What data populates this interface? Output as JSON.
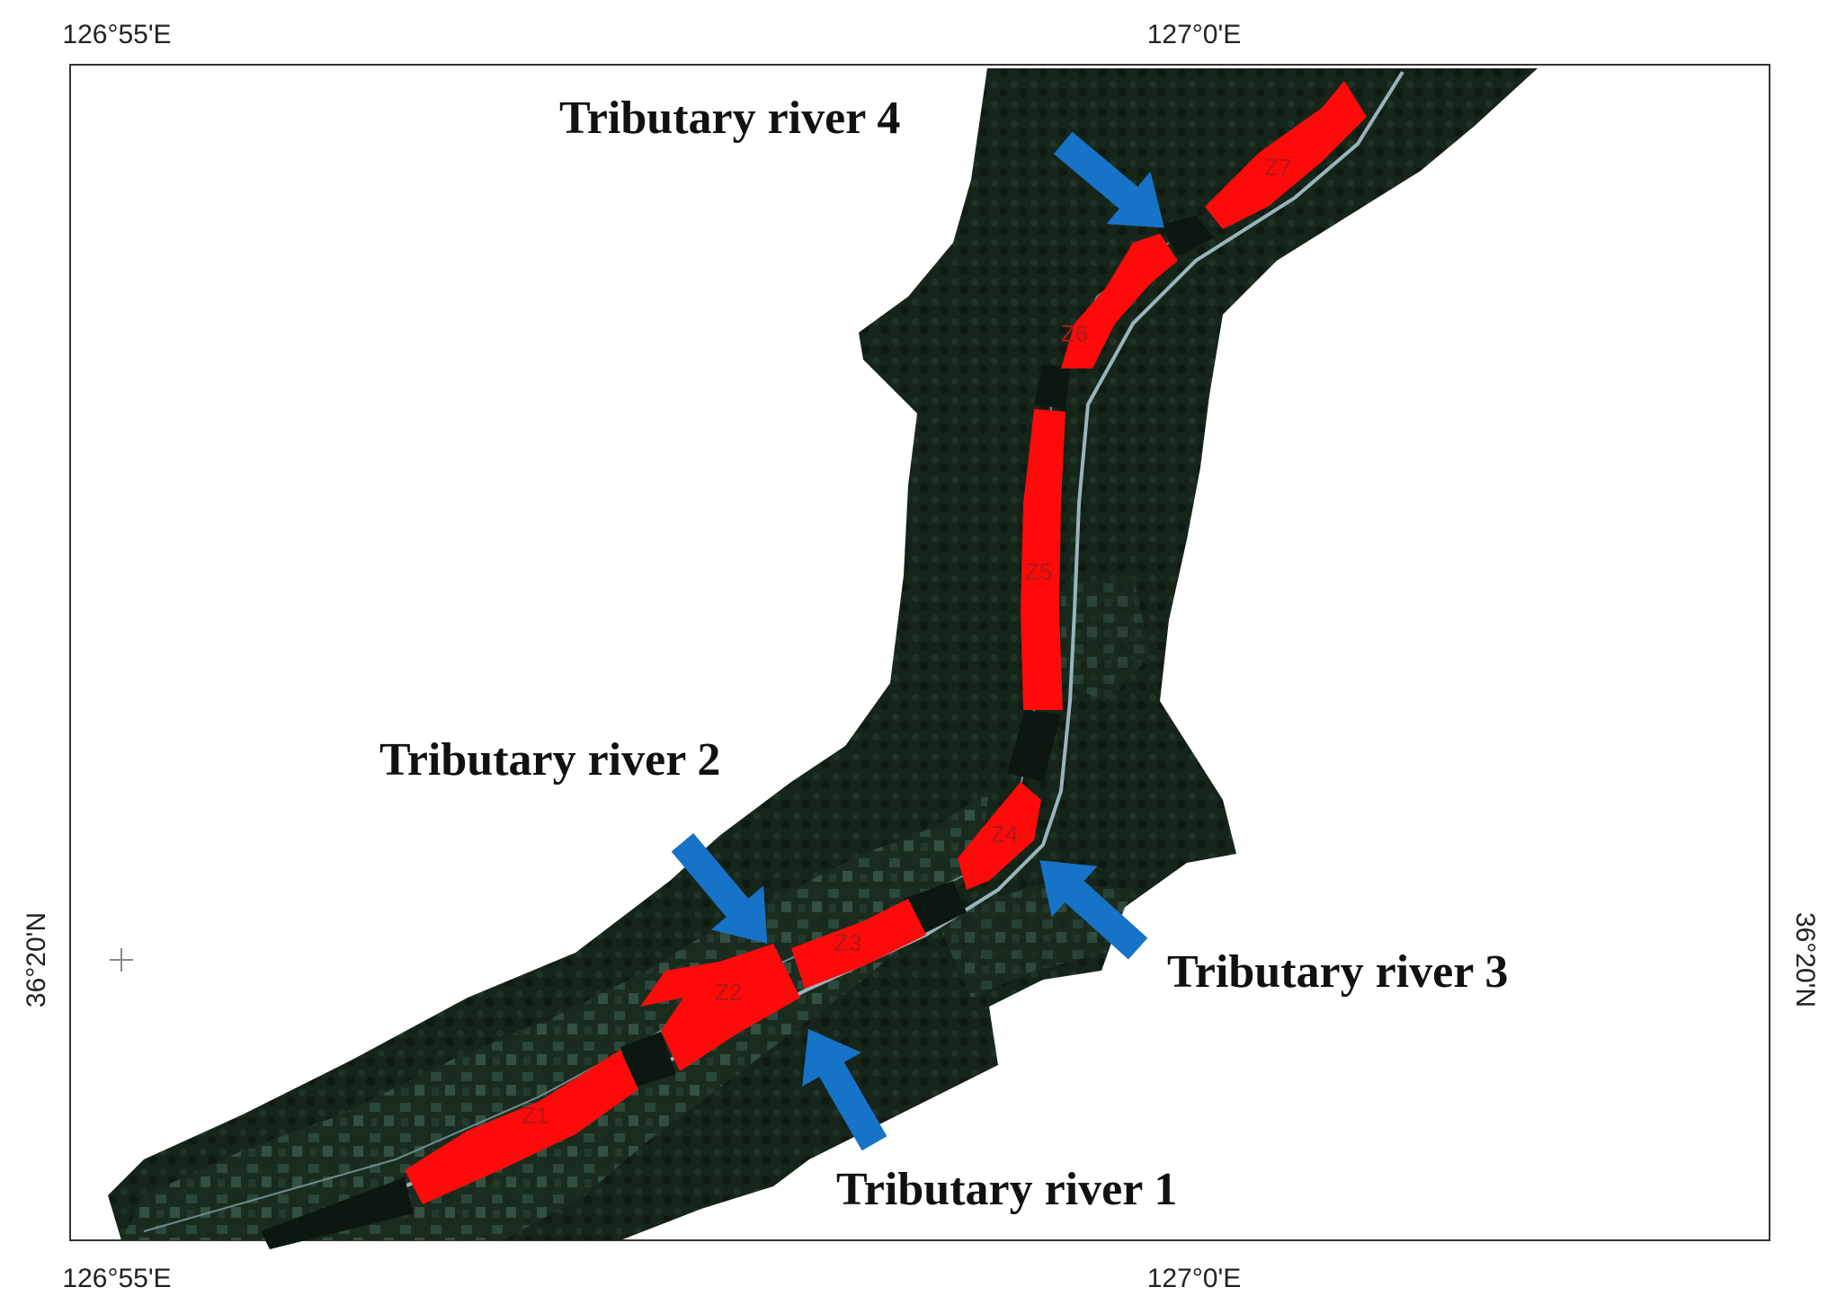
{
  "coordinates": {
    "top_left": "126°55'E",
    "top_right": "127°0'E",
    "bottom_left": "126°55'E",
    "bottom_right": "127°0'E",
    "left": "36°20'N",
    "right": "36°20'N"
  },
  "tributaries": {
    "t1": "Tributary river 1",
    "t2": "Tributary river 2",
    "t3": "Tributary river 3",
    "t4": "Tributary river 4"
  },
  "zones": {
    "z1": "Z1",
    "z2": "Z2",
    "z3": "Z3",
    "z4": "Z4",
    "z5": "Z5",
    "z6": "Z6",
    "z7": "Z7"
  },
  "colors": {
    "zone": "#ff0a0a",
    "arrow": "#1673c7",
    "terrain": "#17261a",
    "river": "#aac3cc"
  },
  "icons": {
    "arrow": "block-arrow",
    "center_marker": "crosshair"
  }
}
